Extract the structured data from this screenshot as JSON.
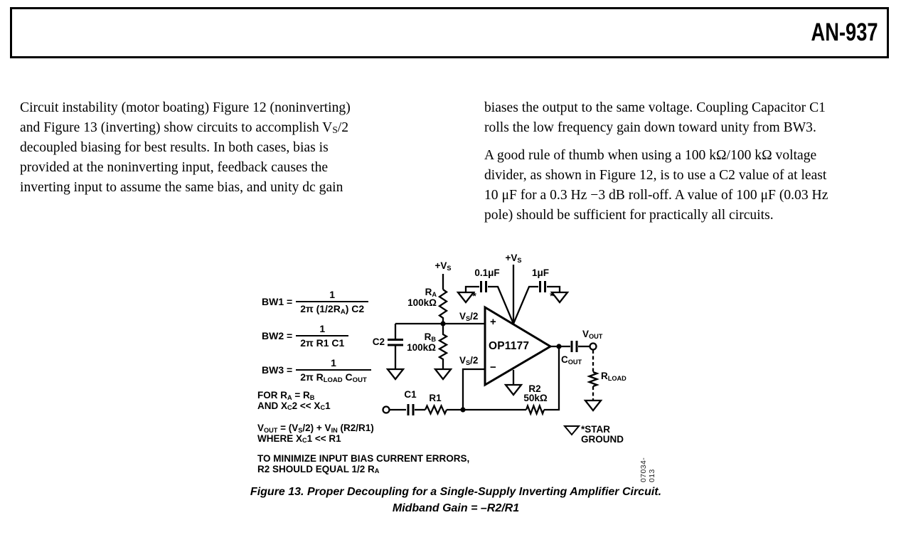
{
  "header": {
    "doc_id": "AN-937"
  },
  "colors": {
    "ink": "#000000",
    "paper": "#ffffff"
  },
  "body": {
    "left_lines": [
      "Circuit instability (motor boating) Figure 12 (noninverting)",
      "and Figure 13 (inverting) show circuits to accomplish V_{S}/2",
      "decoupled biasing for best results. In both cases, bias is",
      "provided at the noninverting input, feedback causes the",
      "inverting input to assume the same bias, and unity dc gain"
    ],
    "right_para1_lines": [
      "biases the output to the same voltage. Coupling Capacitor C1",
      "rolls the low frequency gain down toward unity from BW3."
    ],
    "right_para2_lines": [
      "A good rule of thumb when using a 100 kΩ/100 kΩ voltage",
      "divider, as shown in Figure 12, is to use a C2 value of at least",
      "10 μF for a 0.3 Hz −3 dB roll-off. A value of 100 μF (0.03 Hz",
      "pole) should be sufficient for practically all circuits."
    ]
  },
  "figure": {
    "formulas": {
      "bw1": {
        "lhs": "BW1 =",
        "num": "1",
        "den": "2π (1/2R_{A}) C2"
      },
      "bw2": {
        "lhs": "BW2 =",
        "num": "1",
        "den": "2π R1 C1"
      },
      "bw3": {
        "lhs": "BW3 =",
        "num": "1",
        "den": "2π R_{LOAD} C_{OUT}"
      }
    },
    "notes": {
      "line1": "FOR R_{A} = R_{B}",
      "line2": "AND X_{C}2 << X_{C}1",
      "line3": "V_{OUT} = (V_{S}/2) + V_{IN} (R2/R1)",
      "line4": "WHERE X_{C}1 << R1",
      "line5": "TO MINIMIZE INPUT BIAS CURRENT ERRORS,",
      "line6": "R2 SHOULD EQUAL 1/2 R_{A}"
    },
    "labels": {
      "vs_left": "+V_{S}",
      "vs_center": "+V_{S}",
      "cap_01uf": "0.1μF",
      "cap_1uf": "1μF",
      "star_left": "*",
      "star_right": "*",
      "ra": "R_{A}",
      "ra_value": "100kΩ",
      "rb": "R_{B}",
      "rb_value": "100kΩ",
      "vs2_plus": "V_{S}/2",
      "vs2_minus": "V_{S}/2",
      "c2": "C2",
      "opamp": "OP1177",
      "plus_input": "+",
      "minus_input": "−",
      "c1": "C1",
      "r1": "R1",
      "r2": "R2",
      "r2_value": "50kΩ",
      "vout": "V_{OUT}",
      "cout": "C_{OUT}",
      "rload": "R_{LOAD}",
      "star_ground_line1": "*STAR",
      "star_ground_line2": "GROUND"
    },
    "watermark": "07034-013",
    "caption_line1": "Figure 13. Proper Decoupling for a Single-Supply Inverting Amplifier Circuit.",
    "caption_line2": "Midband Gain = –R2/R1"
  }
}
